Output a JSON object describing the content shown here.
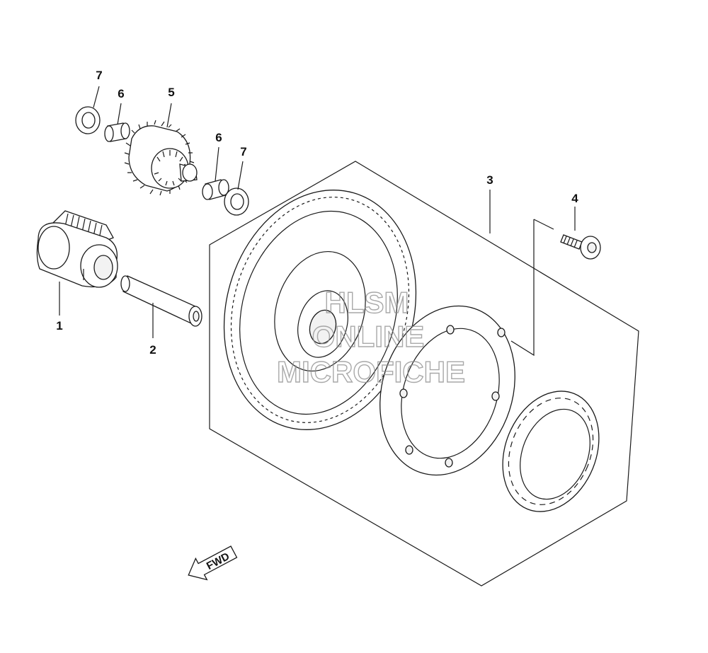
{
  "diagram": {
    "callouts": [
      {
        "id": "c1",
        "label": "1"
      },
      {
        "id": "c2",
        "label": "2"
      },
      {
        "id": "c3",
        "label": "3"
      },
      {
        "id": "c4",
        "label": "4"
      },
      {
        "id": "c5",
        "label": "5"
      },
      {
        "id": "c6a",
        "label": "6"
      },
      {
        "id": "c6b",
        "label": "6"
      },
      {
        "id": "c7a",
        "label": "7"
      },
      {
        "id": "c7b",
        "label": "7"
      }
    ],
    "fwd_label": "FWD"
  },
  "watermark": {
    "line1": "HLSM",
    "line2": "ONLINE",
    "line3": "MICROFICHE"
  }
}
